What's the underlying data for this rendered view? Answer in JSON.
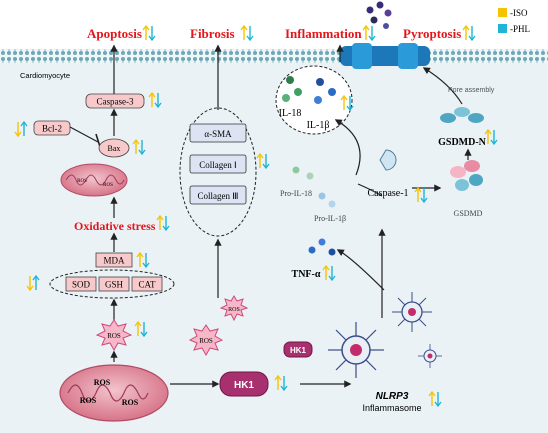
{
  "outcomes": {
    "apoptosis": "Apoptosis",
    "fibrosis": "Fibrosis",
    "inflammation": "Inflammation",
    "pyroptosis": "Pyroptosis"
  },
  "legend": {
    "iso_label": "-ISO",
    "phl_label": "-PHL",
    "iso_color": "#f5c400",
    "phl_color": "#1fb5d6"
  },
  "cell_label": "Cardiomyocyte",
  "apoptosis_path": {
    "caspase3": "Caspase-3",
    "bcl2": "Bcl-2",
    "bax": "Bax",
    "mito_ros_a": "ROS",
    "mito_ros_b": "ROS"
  },
  "oxidative_stress": "Oxidative stress",
  "markers": {
    "mda": "MDA",
    "sod": "SOD",
    "gsh": "GSH",
    "cat": "CAT"
  },
  "fibrosis_markers": {
    "sma": "α-SMA",
    "col1": "Collagen Ⅰ",
    "col3": "Collagen Ⅲ"
  },
  "ros": {
    "ros_center": "ROS",
    "ros_mid": "ROS",
    "ros_left": "ROS",
    "mito_ros_1": "ROS",
    "mito_ros_2": "ROS",
    "mito_ros_3": "ROS"
  },
  "hk1": {
    "small": "HK1",
    "main": "HK1"
  },
  "nlrp3": {
    "name": "NLRP3",
    "sub": "Inflammasome"
  },
  "cytokines": {
    "il18": "IL-18",
    "il1b": "IL-1β",
    "pro_il18": "Pro-IL-18",
    "pro_il1b": "Pro-IL-1β",
    "tnfa": "TNF-α"
  },
  "caspase1": "Caspase-1",
  "gsdmd": {
    "n": "GSDMD-N",
    "full": "GSDMD",
    "pore": "Pore assembly"
  }
}
